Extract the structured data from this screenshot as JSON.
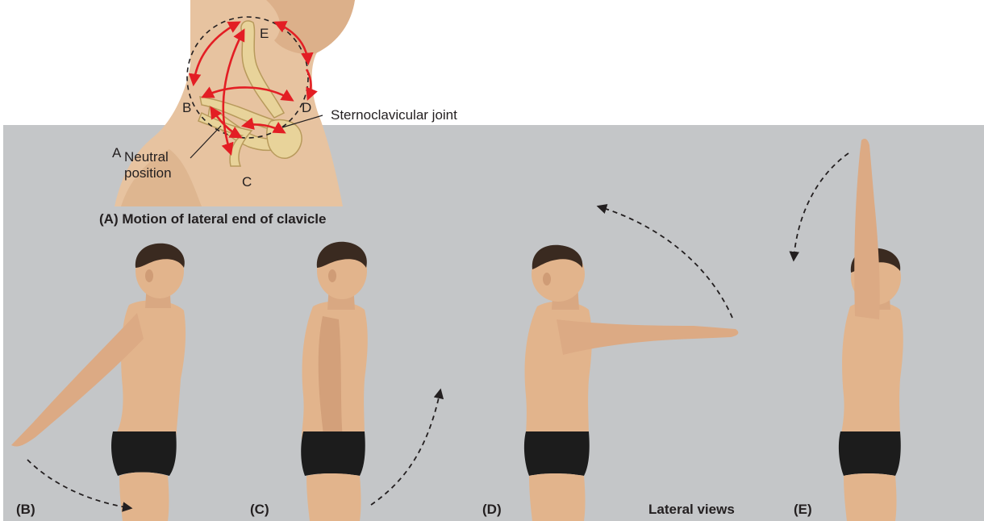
{
  "panel_a": {
    "caption": "(A) Motion of lateral end of clavicle",
    "position_letters": {
      "a": "A",
      "b": "B",
      "c": "C",
      "d": "D",
      "e": "E"
    },
    "joint_label": "Sternoclavicular joint",
    "neutral_line1": "Neutral",
    "neutral_line2": "position"
  },
  "panels": [
    {
      "label": "(B)"
    },
    {
      "label": "(C)"
    },
    {
      "label": "(D)"
    },
    {
      "label": "(E)"
    }
  ],
  "footer_label": "Lateral views",
  "colors": {
    "background": "#c4c6c8",
    "skin": "#e2b48c",
    "skin_shade": "#c99670",
    "bone": "#e8d39a",
    "arrow_red": "#e31e24",
    "briefs": "#1c1c1c",
    "hair": "#3a2a20"
  },
  "icons": {
    "arrows": "red-double-arrow",
    "motion_path": "dashed-curved-arrow"
  }
}
